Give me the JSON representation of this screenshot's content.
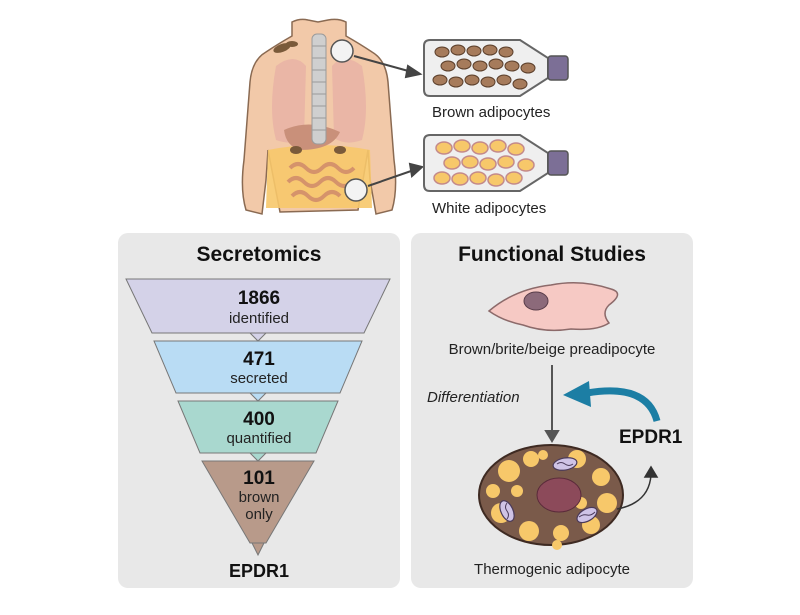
{
  "top": {
    "brown_label": "Brown adipocytes",
    "white_label": "White adipocytes"
  },
  "secretomics": {
    "title": "Secretomics",
    "tiers": [
      {
        "number": "1866",
        "label": "identified",
        "color": "#d4d2e8"
      },
      {
        "number": "471",
        "label": "secreted",
        "color": "#b9dcf4"
      },
      {
        "number": "400",
        "label": "quantified",
        "color": "#a9d8cf"
      },
      {
        "number": "101",
        "label": "brown",
        "label2": "only",
        "color": "#b89a8a"
      }
    ],
    "result": "EPDR1"
  },
  "functional": {
    "title": "Functional Studies",
    "preadipocyte_label": "Brown/brite/beige preadipocyte",
    "step_label": "Differentiation",
    "factor_label": "EPDR1",
    "adipocyte_label": "Thermogenic adipocyte"
  },
  "colors": {
    "panel_bg": "#e8e8e8",
    "arrow_teal": "#1c7ea4",
    "brown_fat": "#7a5a3a",
    "white_fat": "#f7c86a",
    "skin": "#f2c9a9"
  }
}
